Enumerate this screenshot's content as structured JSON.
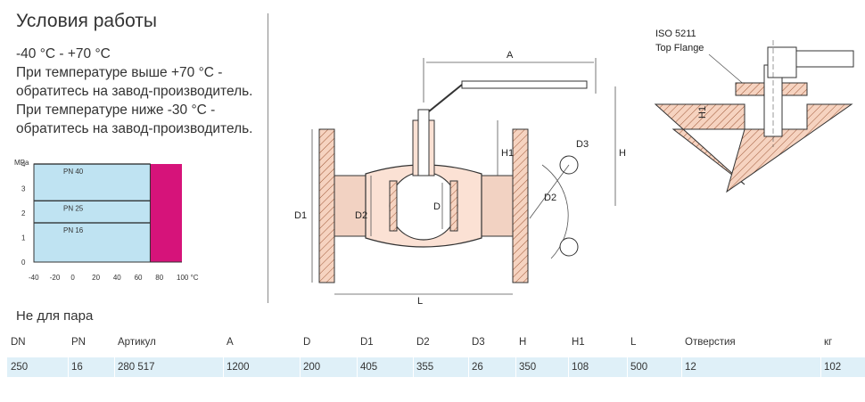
{
  "conditions": {
    "title": "Условия работы",
    "lines": [
      "-40 °C - +70 °C",
      "При температуре выше +70 °C -",
      "обратитесь на завод-производитель.",
      "При температуре ниже -30 °C -",
      "обратитесь на завод-производитель."
    ]
  },
  "chart_data": {
    "type": "area",
    "ylabel": "MPa",
    "xlabel": "°C",
    "x_ticks": [
      "-40",
      "-20",
      "0",
      "20",
      "40",
      "60",
      "80",
      "100 °C"
    ],
    "y_ticks": [
      "0",
      "1",
      "2",
      "3",
      "4"
    ],
    "xlim": [
      -40,
      100
    ],
    "ylim": [
      0,
      4
    ],
    "allowed_region": {
      "x": [
        -40,
        70
      ],
      "y": [
        0,
        4
      ]
    },
    "series": [
      {
        "name": "PN 40",
        "pressure": 4.0,
        "x": [
          -40,
          70
        ]
      },
      {
        "name": "PN 25",
        "pressure": 2.5,
        "x": [
          -40,
          70
        ]
      },
      {
        "name": "PN 16",
        "pressure": 1.6,
        "x": [
          -40,
          70
        ]
      }
    ],
    "colors": {
      "allowed": "#bfe3f2",
      "forbidden": "#d6137a"
    }
  },
  "drawing": {
    "labels": {
      "A": "A",
      "H": "H",
      "H1": "H1",
      "D": "D",
      "D1": "D1",
      "D2": "D2",
      "D3": "D3",
      "L": "L"
    },
    "flange_standard": "ISO 5211",
    "flange_name": "Top Flange",
    "detail_h1": "H1"
  },
  "table": {
    "note": "Не для пара",
    "headers": [
      "DN",
      "PN",
      "Артикул",
      "A",
      "D",
      "D1",
      "D2",
      "D3",
      "H",
      "H1",
      "L",
      "Отверстия",
      "кг"
    ],
    "row": [
      "250",
      "16",
      "280 517",
      "1200",
      "200",
      "405",
      "355",
      "26",
      "350",
      "108",
      "500",
      "12",
      "102"
    ]
  }
}
